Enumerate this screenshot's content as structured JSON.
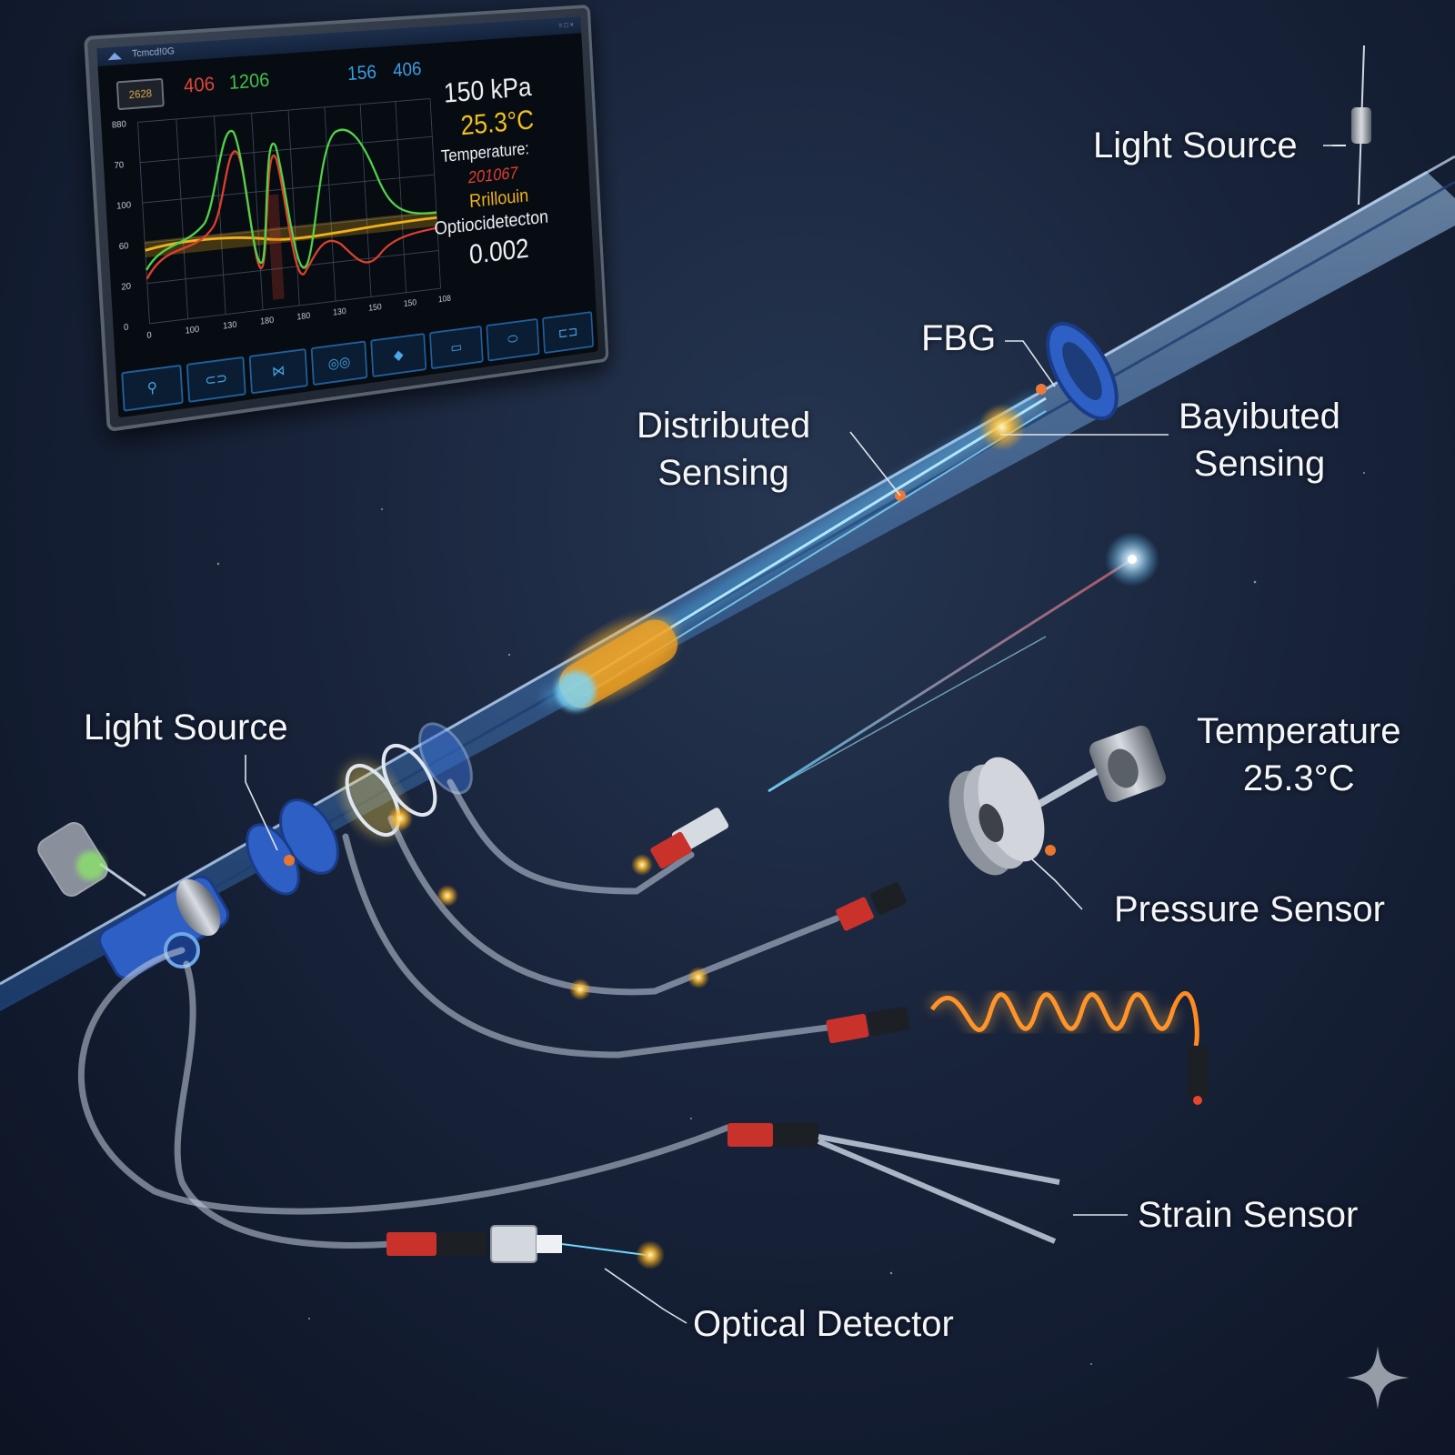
{
  "labels": {
    "light_source_top": "Light Source",
    "fbg": "FBG",
    "distributed_sensing": "Distributed\nSensing",
    "bayibuted_sensing": "Bayibuted\nSensing",
    "light_source_left": "Light Source",
    "temperature": "Temperature\n25.3°C",
    "pressure_sensor": "Pressure Sensor",
    "strain_sensor": "Strain Sensor",
    "optical_detector": "Optical Detector"
  },
  "monitor": {
    "title": "Tcmcd!0G",
    "title_buttons": "= □ ×",
    "chip": "2628",
    "header_values": [
      {
        "text": "406",
        "color": "#e0463a"
      },
      {
        "text": "1206",
        "color": "#46c04a"
      },
      {
        "text": "156",
        "color": "#3f9ee6"
      },
      {
        "text": "406",
        "color": "#3f9ee6"
      }
    ],
    "readouts": {
      "pressure": "150 kPa",
      "temperature": "25.3°C",
      "temperature_label": "Temperature:",
      "scrambled": "201067",
      "brillouin": "Rrillouin",
      "optical_detection": "Optiocidetecton",
      "value": "0.002"
    },
    "y_ticks": [
      "880",
      "70",
      "100",
      "60",
      "20",
      "0"
    ],
    "x_ticks": [
      "0",
      "100",
      "130",
      "180",
      "180",
      "130",
      "150",
      "150",
      "108"
    ],
    "toolbar_icons": [
      "connector-icon",
      "link-icon",
      "bowtie-icon",
      "glasses-icon",
      "diamond-icon",
      "battery-icon",
      "capsule-icon",
      "plug-icon"
    ],
    "series_colors": {
      "green": "#52d64a",
      "red": "#e0402e",
      "yellow": "#f2b21c"
    }
  },
  "colors": {
    "background": "#18233a",
    "fiber": "#6fa8e8",
    "glow": "#4fc3ff",
    "ring": "#2d5fc4",
    "sleeve_red": "#c9322a",
    "coil": "#ff8a1f"
  }
}
